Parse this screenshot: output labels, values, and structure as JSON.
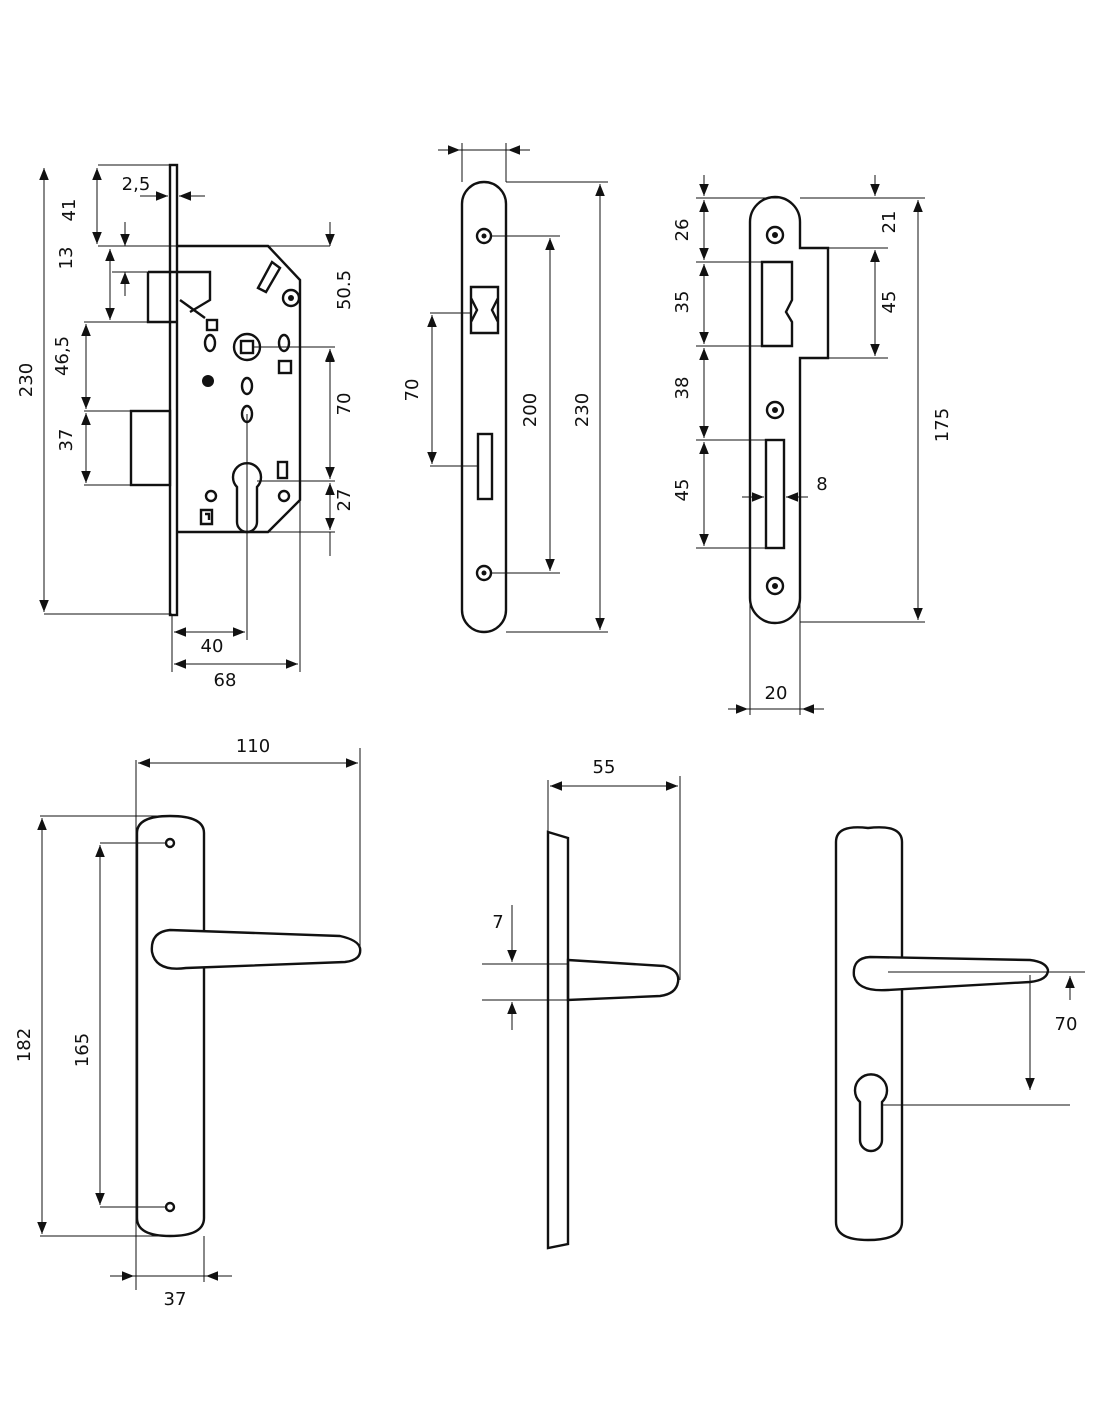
{
  "views": {
    "lock_body": {
      "dims": {
        "d230": "230",
        "d41": "41",
        "d2_5": "2,5",
        "d13": "13",
        "d46_5": "46,5",
        "d37": "37",
        "d50_5": "50.5",
        "d70": "70",
        "d27": "27",
        "d40": "40",
        "d68": "68"
      }
    },
    "faceplate": {
      "dims": {
        "top": "",
        "d70": "70",
        "d200": "200",
        "d230": "230"
      }
    },
    "strike_plate": {
      "dims": {
        "d26": "26",
        "d35": "35",
        "d38": "38",
        "d45_left": "45",
        "d21": "21",
        "d45_right": "45",
        "d175": "175",
        "d8": "8",
        "d20": "20"
      }
    },
    "handle_front": {
      "dims": {
        "d110": "110",
        "d182": "182",
        "d165": "165",
        "d37": "37"
      }
    },
    "handle_side": {
      "dims": {
        "d55": "55",
        "d7": "7"
      }
    },
    "handle_cylinder": {
      "dims": {
        "d70": "70"
      }
    }
  }
}
